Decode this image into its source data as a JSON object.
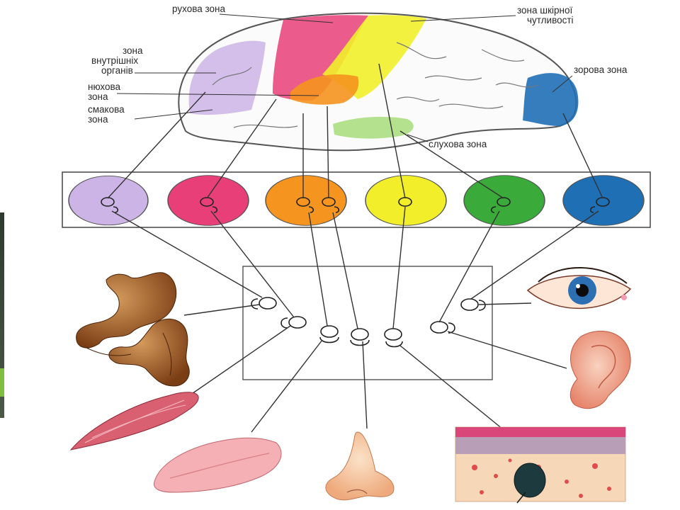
{
  "labels": {
    "motor": "рухова зона",
    "skin_line1": "зона шкірної",
    "skin_line2": "чутливості",
    "internal_line1": "зона",
    "internal_line2": "внутрішніх",
    "internal_line3": "органів",
    "smell_line1": "нюхова",
    "smell_line2": "зона",
    "taste_line1": "смакова",
    "taste_line2": "зона",
    "visual": "зорова зона",
    "auditory": "слухова зона"
  },
  "colors": {
    "internal": "#cdb4e6",
    "motor": "#e83f78",
    "smell_taste": "#f5941e",
    "skin": "#f2ef2a",
    "auditory": "#3aaa3a",
    "visual": "#1f6fb5"
  }
}
